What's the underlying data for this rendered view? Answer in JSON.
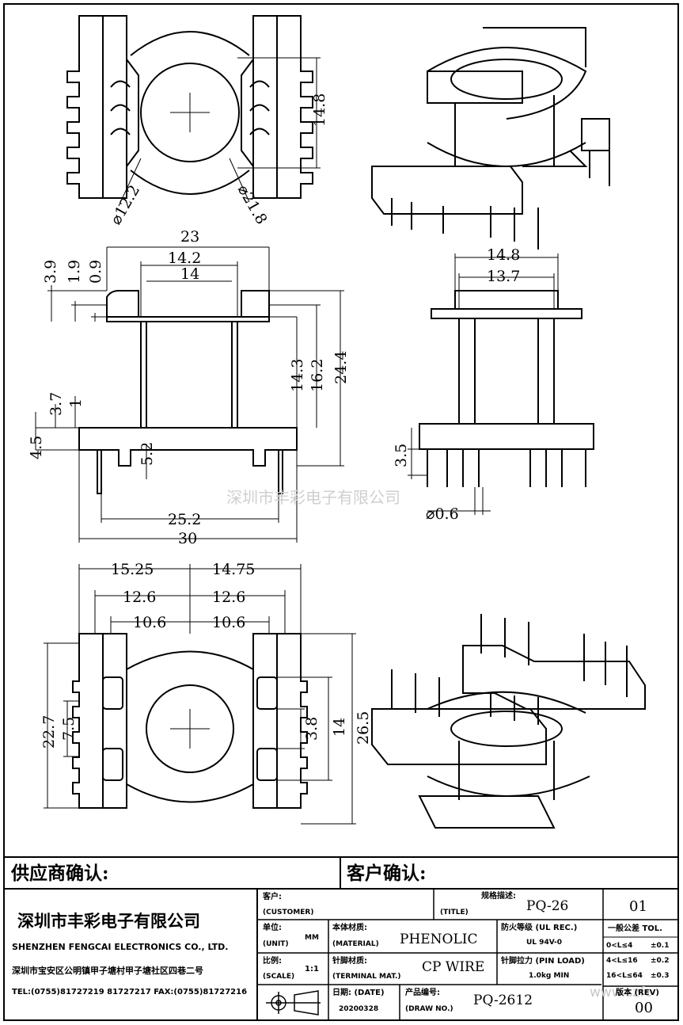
{
  "dimensions": {
    "top_dia_inner": "⌀12.2",
    "top_dia_outer": "⌀21.8",
    "top_height": "14.8",
    "front_width_23": "23",
    "front_width_142": "14.2",
    "front_width_14": "14",
    "front_39": "3.9",
    "front_19": "1.9",
    "front_09": "0.9",
    "front_143": "14.3",
    "front_162": "16.2",
    "front_244": "24.4",
    "front_37": "3.7",
    "front_1": "1",
    "front_45": "4.5",
    "front_52": "5.2",
    "front_252": "25.2",
    "front_30": "30",
    "side_148": "14.8",
    "side_137": "13.7",
    "side_35": "3.5",
    "side_pin": "⌀0.6",
    "bot_1525": "15.25",
    "bot_1475": "14.75",
    "bot_126a": "12.6",
    "bot_126b": "12.6",
    "bot_106a": "10.6",
    "bot_106b": "10.6",
    "bot_227": "22.7",
    "bot_75": "7.5",
    "bot_38": "3.8",
    "bot_14": "14",
    "bot_265": "26.5"
  },
  "watermark": "深圳市丰彩电子有限公司",
  "watermark_url": "www.szfc",
  "title_block": {
    "supplier_confirm": "供应商确认:",
    "customer_confirm": "客户确认:",
    "company_cn": "深圳市丰彩电子有限公司",
    "company_en": "SHENZHEN FENGCAI ELECTRONICS CO., LTD.",
    "address": "深圳市宝安区公明镇甲子塘村甲子塘社区四巷二号",
    "tel": "TEL:(0755)81727219  81727217   FAX:(0755)81727216",
    "customer_label_cn": "客户:",
    "customer_label_en": "(CUSTOMER)",
    "spec_label_cn": "规格描述:",
    "spec_label_en": "(TITLE)",
    "spec_value": "PQ-26",
    "sheet_no": "01",
    "unit_label_cn": "单位:",
    "unit_label_en": "(UNIT)",
    "unit_value": "MM",
    "material_label_cn": "本体材质:",
    "material_label_en": "(MATERIAL)",
    "material_value": "PHENOLIC",
    "fire_label": "防火等级 (UL REC.)",
    "fire_value": "UL 94V-0",
    "tol_label": "一般公差 TOL.",
    "tol_rows": [
      {
        "range": "0<L≤4",
        "tol": "±0.1"
      },
      {
        "range": "4<L≤16",
        "tol": "±0.2"
      },
      {
        "range": "16<L≤64",
        "tol": "±0.3"
      }
    ],
    "scale_label_cn": "比例:",
    "scale_label_en": "(SCALE)",
    "scale_value": "1:1",
    "terminal_label_cn": "针脚材质:",
    "terminal_label_en": "(TERMINAL MAT.)",
    "terminal_value": "CP WIRE",
    "pinload_label": "针脚拉力 (PIN LOAD)",
    "pinload_value": "1.0kg MIN",
    "date_label": "日期: (DATE)",
    "date_value": "20200328",
    "drawno_label_cn": "产品编号:",
    "drawno_label_en": "(DRAW NO.)",
    "drawno_value": "PQ-2612",
    "rev_label": "版本 (REV)",
    "rev_value": "00"
  }
}
